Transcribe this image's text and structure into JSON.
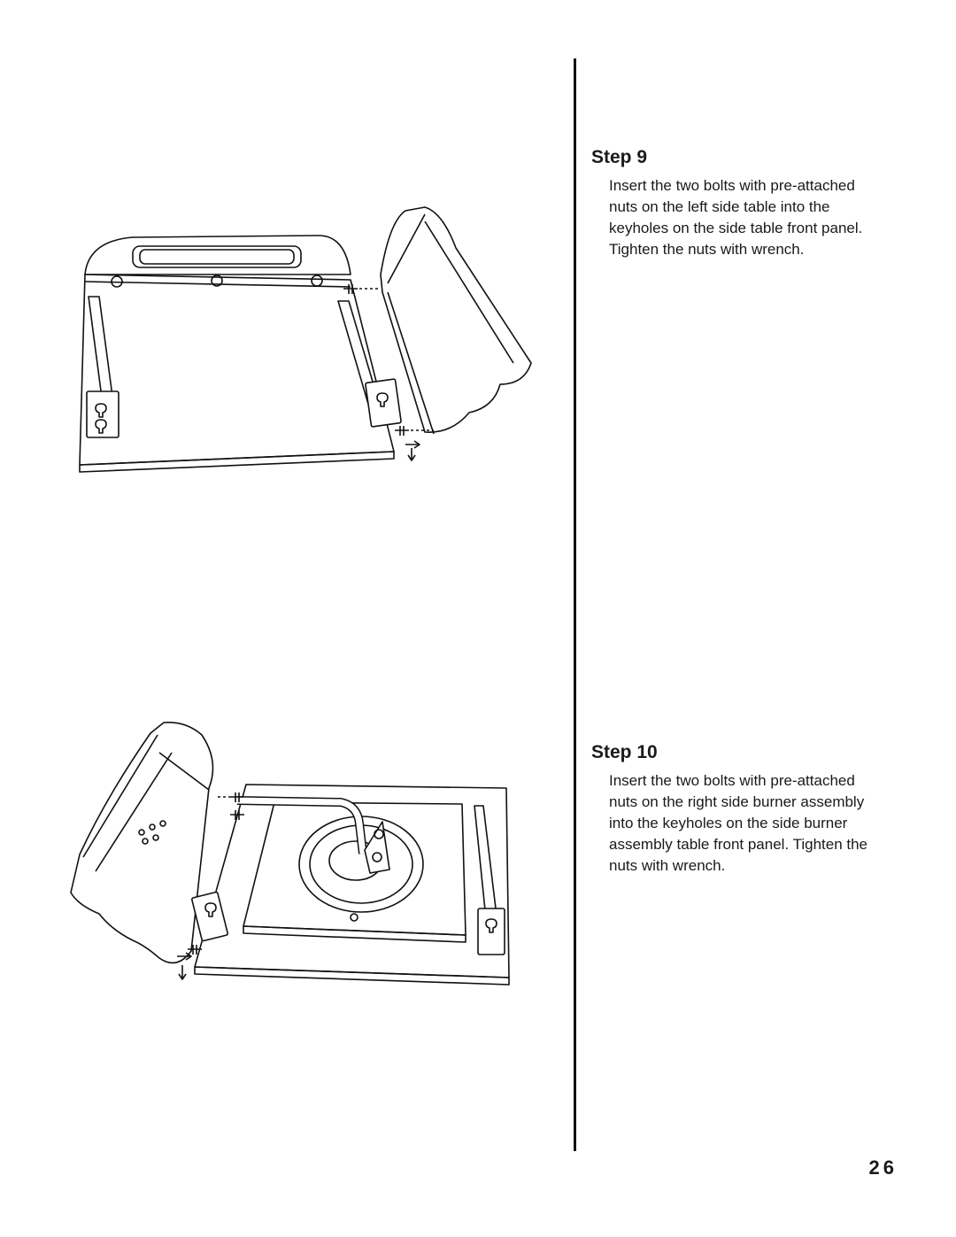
{
  "step9": {
    "title": "Step 9",
    "body": "Insert the two bolts with pre-attached nuts on the left side table into the keyholes on the side table front panel. Tighten the nuts with wrench."
  },
  "step10": {
    "title": "Step 10",
    "body": "Insert the two bolts with pre-attached nuts on the right side burner assembly into the keyholes on the side burner assembly table front panel. Tighten the nuts with wrench."
  },
  "page_number": "26"
}
